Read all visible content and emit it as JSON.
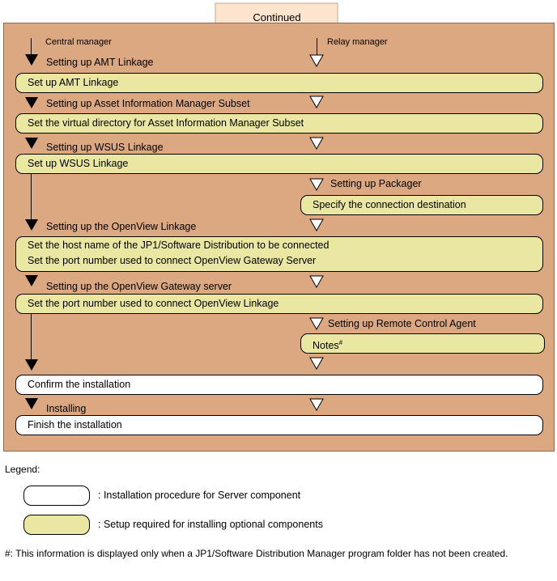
{
  "continued": "Continued",
  "columns": {
    "central": "Central manager",
    "relay": "Relay manager"
  },
  "steps": {
    "amt": "Setting up AMT Linkage",
    "asset": "Setting up Asset Information Manager Subset",
    "wsus": "Setting up WSUS Linkage",
    "packager": "Setting up Packager",
    "openview": "Setting up the OpenView Linkage",
    "ovgateway": "Setting up the OpenView Gateway server",
    "rca": "Setting up Remote Control Agent",
    "installing": "Installing"
  },
  "bars": {
    "amt": "Set up AMT Linkage",
    "asset": "Set the virtual directory for Asset Information Manager Subset",
    "wsus": "Set up WSUS Linkage",
    "packager": "Specify the connection destination",
    "openview_line1": "Set the host name of the JP1/Software Distribution to be connected",
    "openview_line2": "Set the port number used to connect OpenView Gateway Server",
    "ovgateway": "Set the port number used to connect OpenView Linkage",
    "notes": "Notes",
    "notes_mark": "#",
    "confirm": "Confirm the installation",
    "finish": "Finish the installation"
  },
  "legend": {
    "title": "Legend:",
    "server": ": Installation procedure for Server component",
    "optional": ": Setup required for installing optional components"
  },
  "footnote": "#: This information is displayed only when a JP1/Software Distribution Manager program folder has not been created.",
  "colors": {
    "panel": "#dba882",
    "optional": "#e9e7a2",
    "server": "#ffffff"
  }
}
